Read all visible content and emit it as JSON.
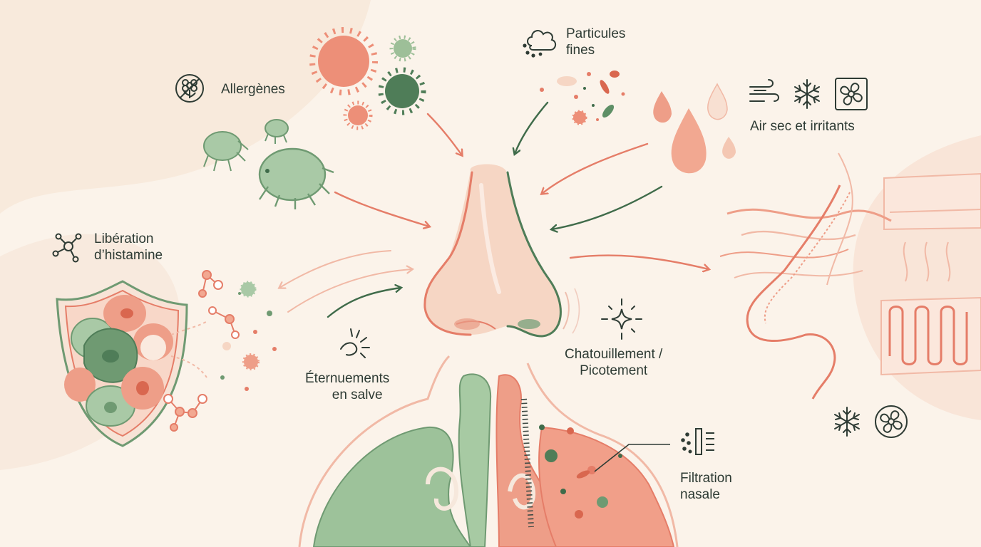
{
  "labels": {
    "allergenes": "Allergènes",
    "particules_line1": "Particules",
    "particules_line2": "fines",
    "air_sec": "Air sec et irritants",
    "liberation_line1": "Libération",
    "liberation_line2": "d’histamine",
    "eternuements_line1": "Éternuements",
    "eternuements_line2": "en salve",
    "chatouillement_line1": "Chatouillement /",
    "chatouillement_line2": "Picotement",
    "filtration_line1": "Filtration",
    "filtration_line2": "nasale"
  },
  "icons": {
    "allergen": "no-flower-icon",
    "particles": "dust-cloud-icon",
    "wind": "wind-icon",
    "snowflake": "snowflake-icon",
    "fan": "fan-icon",
    "histamine": "molecule-icon",
    "sneeze": "sneeze-burst-icon",
    "tickle": "sparkle-icon",
    "filtration": "filter-icon"
  },
  "colors": {
    "background": "#fbf3ea",
    "salmon": "#e57d68",
    "salmon_light": "#f3b7a4",
    "green": "#5e8f66",
    "green_light": "#a9c9a6",
    "dark_green": "#3f6b4a",
    "ink": "#2e3b34"
  }
}
